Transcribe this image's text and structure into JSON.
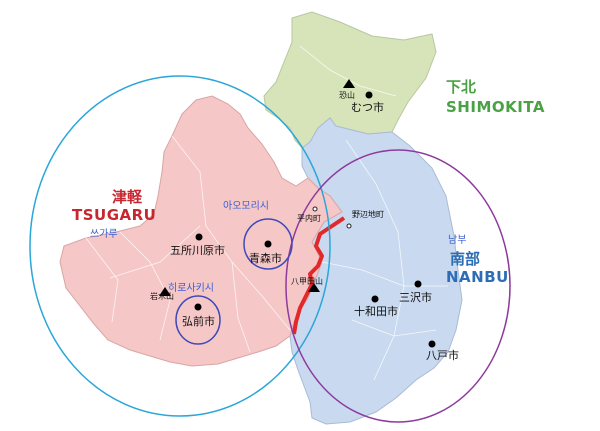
{
  "colors": {
    "tsugaru_fill": "#f6c7c7",
    "shimokita_fill": "#d7e4b9",
    "nanbu_fill": "#c9d9ef",
    "boundary": "#e3282a",
    "tsugaru_text": "#c8262f",
    "shimokita_text": "#4aa244",
    "nanbu_text": "#2d6db5",
    "korean_text": "#3c5fd0",
    "tsugaru_circle": "#2aa6d8",
    "nanbu_circle": "#8d3a9c",
    "city_circle": "#3e4bb8"
  },
  "regions": {
    "tsugaru": {
      "name_ja": "津軽",
      "name_en": "TSUGARU",
      "name_ko": "쓰가루"
    },
    "shimokita": {
      "name_ja": "下北",
      "name_en": "SHIMOKITA"
    },
    "nanbu": {
      "name_ja": "南部",
      "name_en": "NANBU",
      "name_ko": "남부"
    }
  },
  "places": {
    "osorezan": "恐山",
    "mutsu": "むつ市",
    "hiranai": "平内町",
    "noheji": "野辺地町",
    "goshogawara": "五所川原市",
    "aomori": "青森市",
    "aomori_ko": "아오모리시",
    "hakkoda": "八甲田山",
    "iwaki": "岩木山",
    "hirosaki": "弘前市",
    "hirosaki_ko": "히로사키시",
    "misawa": "三沢市",
    "towada": "十和田市",
    "hachinohe": "八戸市"
  },
  "icons": {
    "city": "city-dot-icon",
    "mountain": "mountain-icon",
    "town": "town-marker-icon"
  }
}
